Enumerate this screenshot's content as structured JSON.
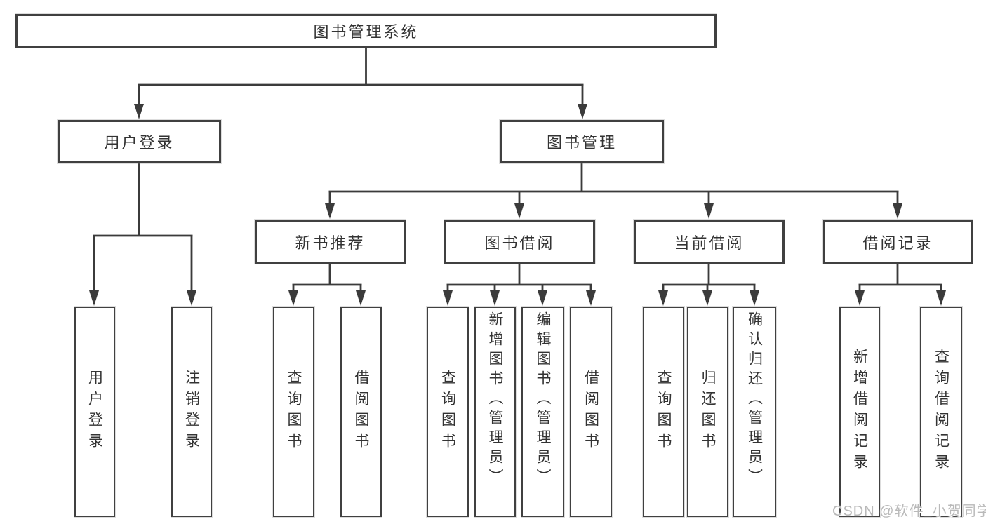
{
  "colors": {
    "line": "#3b3b3b",
    "border": "#404040",
    "box_fill": "#ffffff",
    "text": "#333333",
    "background": "#ffffff",
    "watermark": "#b9b9b9"
  },
  "root": {
    "label": "图书管理系统"
  },
  "level2": [
    {
      "label": "用户登录"
    },
    {
      "label": "图书管理"
    }
  ],
  "level3": [
    {
      "label": "新书推荐"
    },
    {
      "label": "图书借阅"
    },
    {
      "label": "当前借阅"
    },
    {
      "label": "借阅记录"
    }
  ],
  "leaves": [
    {
      "label": "用户登录"
    },
    {
      "label": "注销登录"
    },
    {
      "label": "查询图书"
    },
    {
      "label": "借阅图书"
    },
    {
      "label": "查询图书"
    },
    {
      "label": "新增图书（管理员）"
    },
    {
      "label": "编辑图书（管理员）"
    },
    {
      "label": "借阅图书"
    },
    {
      "label": "查询图书"
    },
    {
      "label": "归还图书"
    },
    {
      "label": "确认归还（管理员）"
    },
    {
      "label": "新增借阅记录"
    },
    {
      "label": "查询借阅记录"
    }
  ],
  "watermark": "CSDN @软件_小贺同学"
}
